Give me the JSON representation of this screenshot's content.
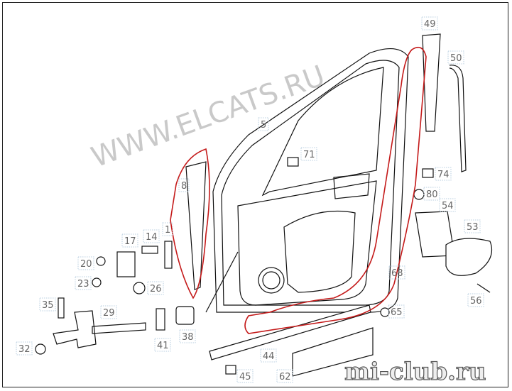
{
  "diagram": {
    "watermark": "WWW.ELCATS.RU",
    "logo": "mi-club.ru",
    "part_labels": {
      "p49": "49",
      "p50": "50",
      "p5": "5",
      "p71": "71",
      "p74": "74",
      "p80": "80",
      "p54": "54",
      "p53": "53",
      "p8": "8",
      "p1": "1",
      "p17": "17",
      "p14": "14",
      "p20": "20",
      "p23": "23",
      "p26": "26",
      "p35": "35",
      "p29": "29",
      "p32": "32",
      "p41": "41",
      "p38": "38",
      "p44": "44",
      "p45": "45",
      "p62": "62",
      "p65": "65",
      "p68": "68",
      "p56": "56"
    }
  }
}
